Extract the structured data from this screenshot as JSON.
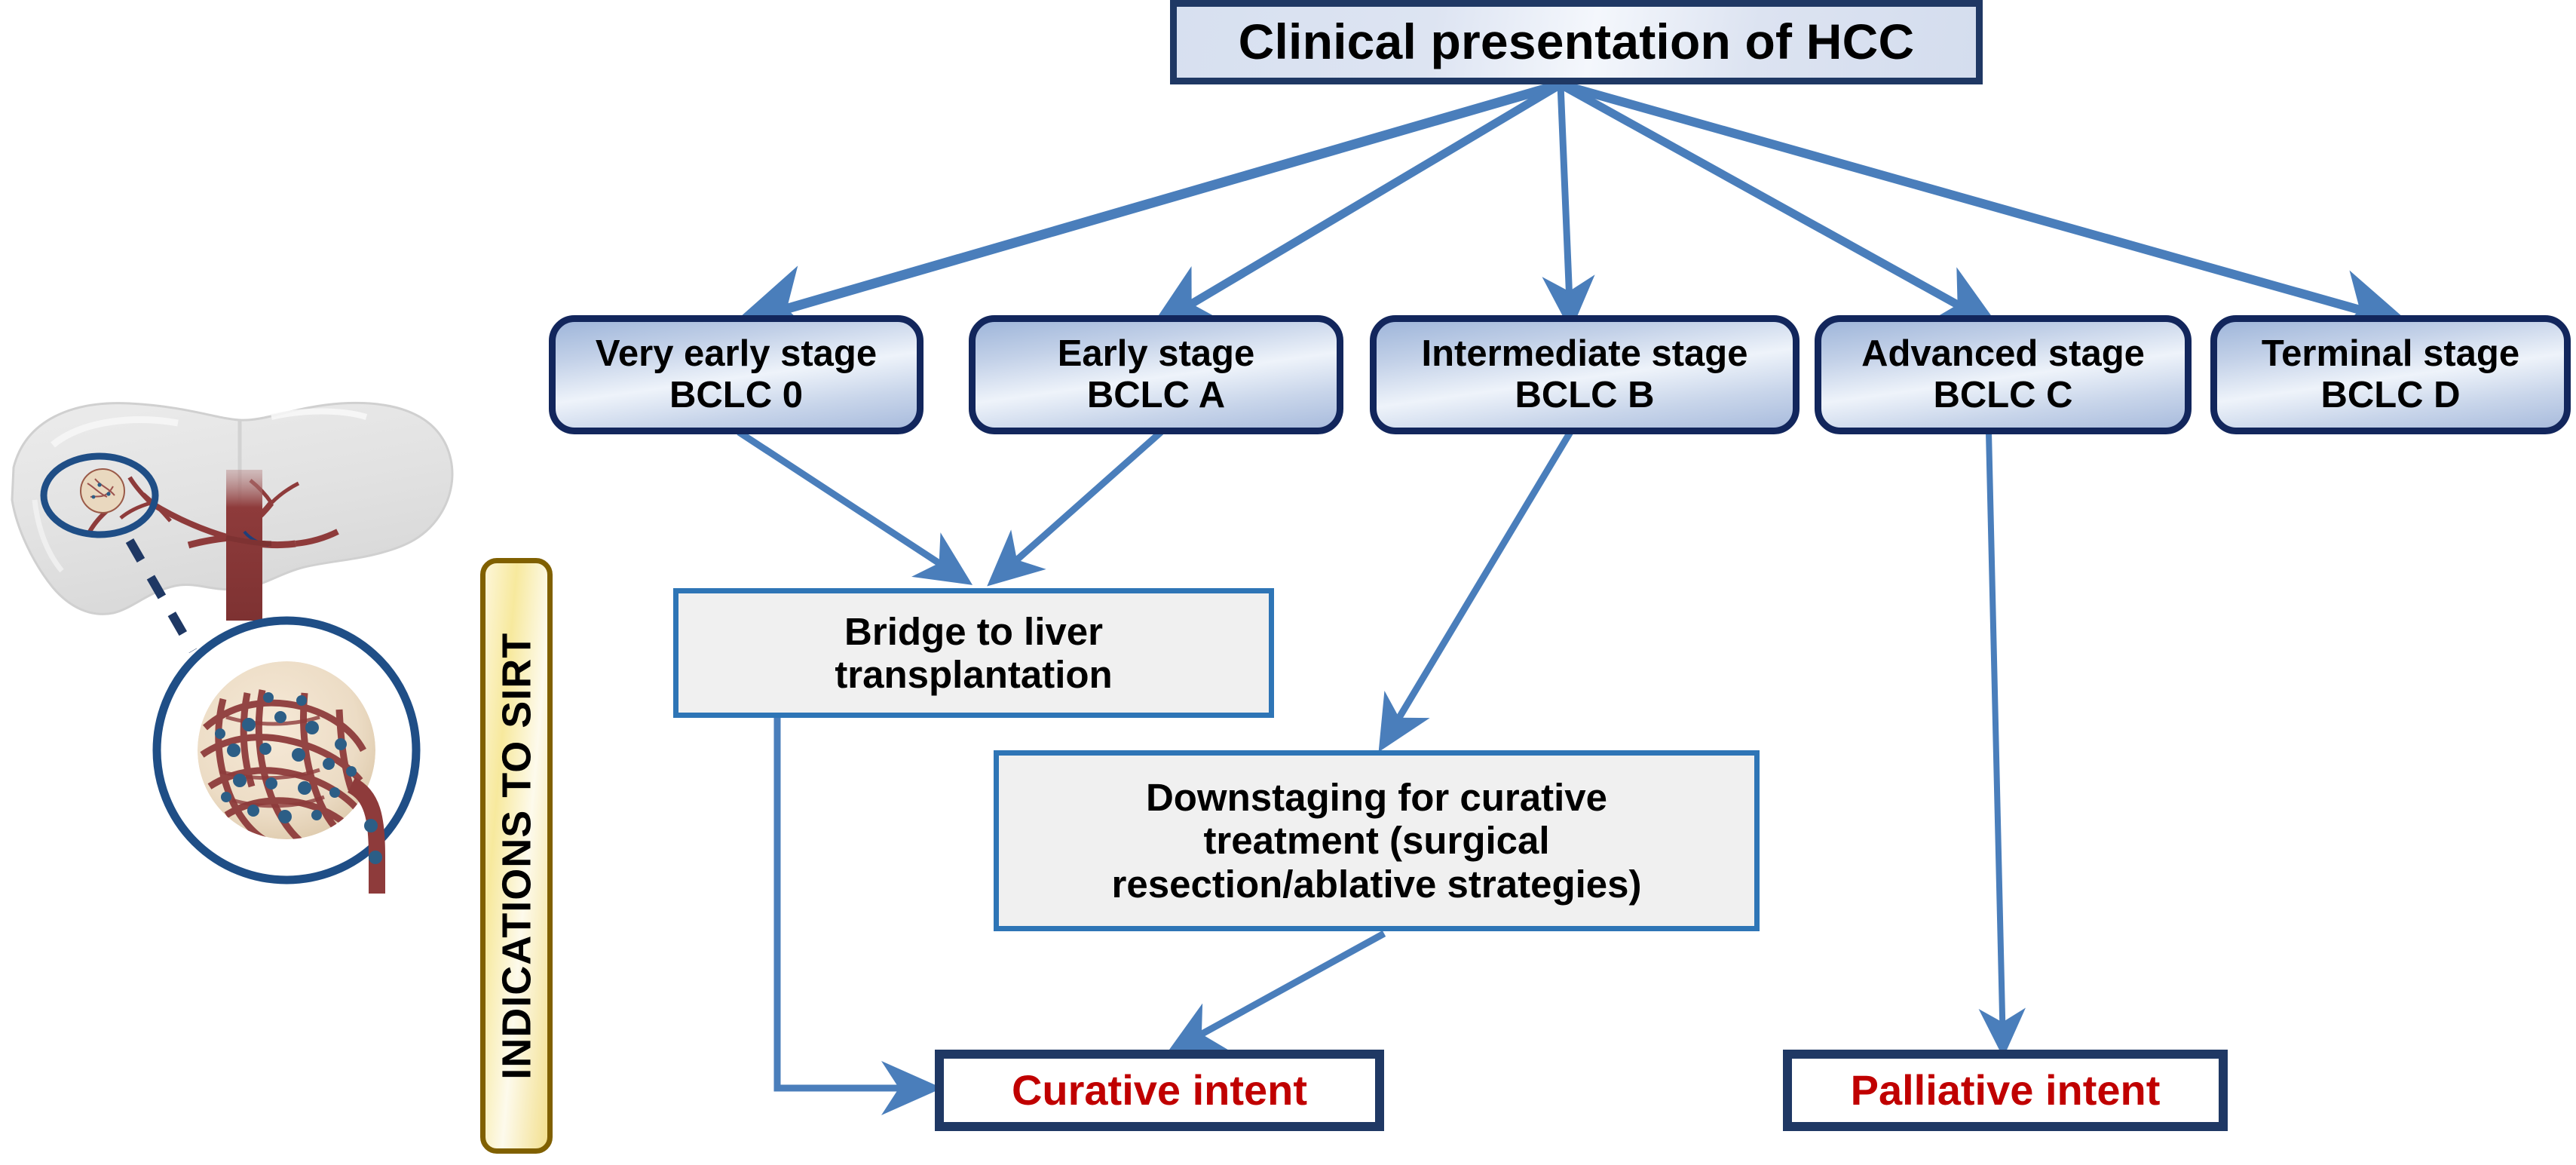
{
  "diagram": {
    "title": "Clinical presentation of HCC",
    "root": {
      "label": "Clinical presentation of HCC"
    },
    "stages": [
      {
        "name": "very-early",
        "line1": "Very early stage",
        "line2": "BCLC 0"
      },
      {
        "name": "early",
        "line1": "Early stage",
        "line2": "BCLC A"
      },
      {
        "name": "intermediate",
        "line1": "Intermediate stage",
        "line2": "BCLC B"
      },
      {
        "name": "advanced",
        "line1": "Advanced stage",
        "line2": "BCLC C"
      },
      {
        "name": "terminal",
        "line1": "Terminal stage",
        "line2": "BCLC D"
      }
    ],
    "process": [
      {
        "name": "bridge-to-liver-transplantation",
        "line1": "Bridge to liver",
        "line2": "transplantation",
        "line3": ""
      },
      {
        "name": "downstaging-for-curative-treatment",
        "line1": "Downstaging for curative",
        "line2": "treatment (surgical",
        "line3": "resection/ablative strategies)"
      }
    ],
    "outcomes": [
      {
        "name": "curative-intent",
        "label": "Curative intent"
      },
      {
        "name": "palliative-intent",
        "label": "Palliative intent"
      }
    ],
    "sidebar": {
      "label": "INDICATIONS TO SIRT"
    },
    "illustration": {
      "name": "liver-with-hcc-tumor-and-microspheres",
      "caption": ""
    },
    "colors": {
      "arrow_blue": "#4a7ebb",
      "stage_border": "#12265c",
      "root_border": "#1f3864",
      "process_border": "#2e75b6",
      "process_fill": "#f0f0f0",
      "outcome_text": "#c00000",
      "outcome_border": "#1f3864",
      "sirt_border": "#806000",
      "sirt_fill": "#f7e99d",
      "liver_gray": "#e3e3e3",
      "vessel_red": "#8e3b3b",
      "microsphere_blue": "#2c5e86",
      "inset_ring": "#1f4e86"
    }
  }
}
